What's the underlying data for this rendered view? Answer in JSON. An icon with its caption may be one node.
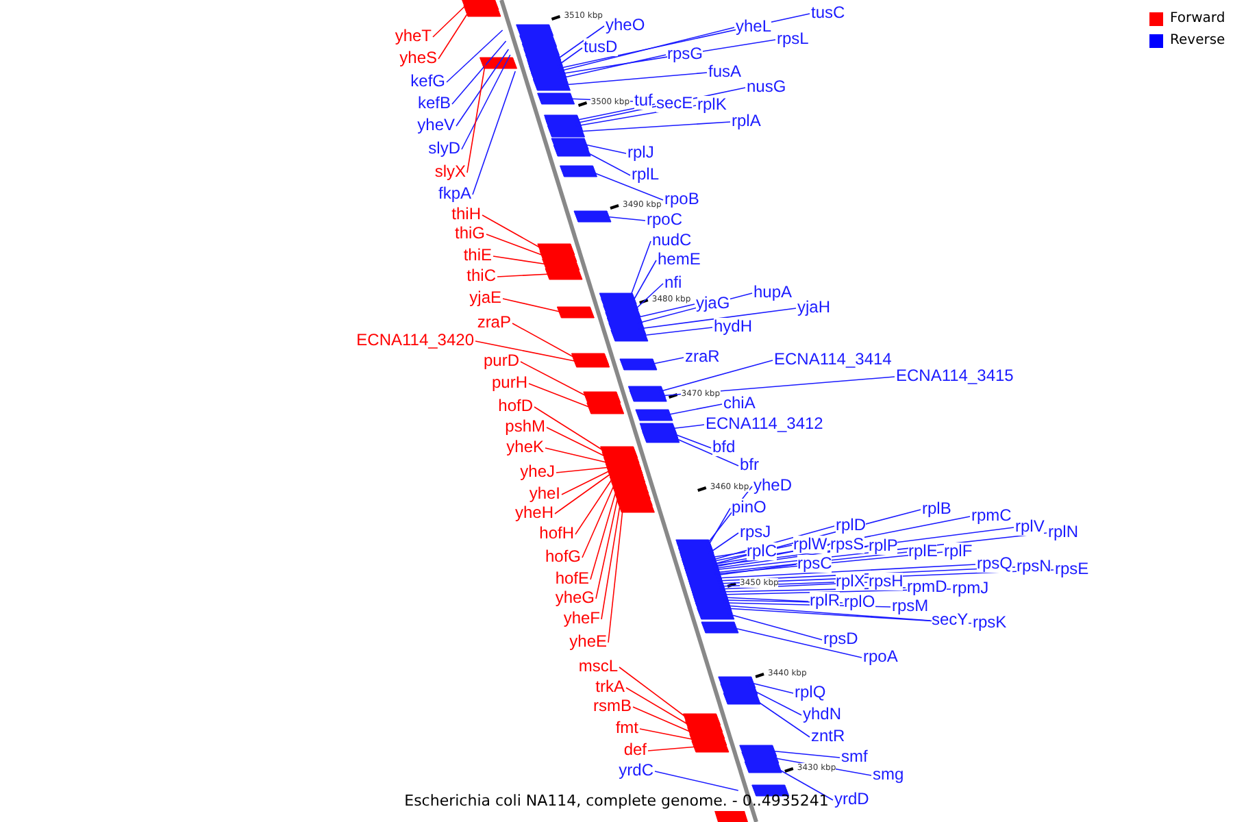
{
  "diagram": {
    "caption": "Escherichia coli NA114, complete genome. - 0..4935241",
    "nodes": [
      {
        "text": [
          "yheT"
        ]
      },
      {
        "text": [
          "tusC"
        ]
      },
      {
        "text": [
          "yheO"
        ]
      },
      {
        "text": [
          "yheL"
        ]
      },
      {
        "text": [
          "rpsL"
        ]
      },
      {
        "text": [
          "yheS"
        ]
      },
      {
        "text": [
          "kefG"
        ]
      },
      {
        "text": [
          "tusD"
        ]
      },
      {
        "text": [
          "rpsG"
        ]
      },
      {
        "text": [
          "kefB"
        ]
      },
      {
        "text": [
          "fusA"
        ]
      },
      {
        "text": [
          "yheV"
        ]
      },
      {
        "text": [
          "nusG"
        ]
      },
      {
        "text": [
          "tuf"
        ]
      },
      {
        "text": [
          "secE"
        ]
      },
      {
        "text": [
          "rplK"
        ]
      },
      {
        "text": [
          "slyD"
        ]
      },
      {
        "text": [
          "rplA"
        ]
      },
      {
        "text": [
          "slyX"
        ]
      },
      {
        "text": [
          "rplJ"
        ]
      },
      {
        "text": [
          "fkpA"
        ]
      },
      {
        "text": [
          "rplL"
        ]
      },
      {
        "text": [
          "rpoB"
        ]
      },
      {
        "text": [
          "thiH"
        ]
      },
      {
        "text": [
          "rpoC"
        ]
      },
      {
        "text": [
          "thiG"
        ]
      },
      {
        "text": [
          "nudC"
        ]
      },
      {
        "text": [
          "thiE"
        ]
      },
      {
        "text": [
          "hemE"
        ]
      },
      {
        "text": [
          "thiC"
        ]
      },
      {
        "text": [
          "nfi"
        ]
      },
      {
        "text": [
          "hupA"
        ]
      },
      {
        "text": [
          "yjaE"
        ]
      },
      {
        "text": [
          "yjaG"
        ]
      },
      {
        "text": [
          "yjaH"
        ]
      },
      {
        "text": [
          "zraP"
        ]
      },
      {
        "text": [
          "hydH"
        ]
      },
      {
        "text": [
          "ECNA114_3420"
        ]
      },
      {
        "text": [
          "zraR"
        ]
      },
      {
        "text": [
          "ECNA114_3414"
        ]
      },
      {
        "text": [
          "purD"
        ]
      },
      {
        "text": [
          "ECNA114_3415"
        ]
      },
      {
        "text": [
          "purH"
        ]
      },
      {
        "text": [
          "chiA"
        ]
      },
      {
        "text": [
          "hofD"
        ]
      },
      {
        "text": [
          "ECNA114_3412"
        ]
      },
      {
        "text": [
          "pshM"
        ]
      },
      {
        "text": [
          "yheK"
        ]
      },
      {
        "text": [
          "bfd"
        ]
      },
      {
        "text": [
          "bfr"
        ]
      },
      {
        "text": [
          "yheJ"
        ]
      },
      {
        "text": [
          "yheD"
        ]
      },
      {
        "text": [
          "yheI"
        ]
      },
      {
        "text": [
          "rplB"
        ]
      },
      {
        "text": [
          "pinO"
        ]
      },
      {
        "text": [
          "yheH"
        ]
      },
      {
        "text": [
          "rpmC"
        ]
      },
      {
        "text": [
          "rplD"
        ]
      },
      {
        "text": [
          "rplV"
        ]
      },
      {
        "text": [
          "rpsJ"
        ]
      },
      {
        "text": [
          "rplN"
        ]
      },
      {
        "text": [
          "hofH"
        ]
      },
      {
        "text": [
          "rplW"
        ]
      },
      {
        "text": [
          "rpsS"
        ]
      },
      {
        "text": [
          "rplP"
        ]
      },
      {
        "text": [
          "rplC"
        ]
      },
      {
        "text": [
          "rplE"
        ]
      },
      {
        "text": [
          "rplF"
        ]
      },
      {
        "text": [
          "hofG"
        ]
      },
      {
        "text": [
          "rpsC"
        ]
      },
      {
        "text": [
          "rpsQ"
        ]
      },
      {
        "text": [
          "rpsN"
        ]
      },
      {
        "text": [
          "rpsE"
        ]
      },
      {
        "text": [
          "hofE"
        ]
      },
      {
        "text": [
          "rplX"
        ]
      },
      {
        "text": [
          "rpsH"
        ]
      },
      {
        "text": [
          "rpmD"
        ]
      },
      {
        "text": [
          "rpmJ"
        ]
      },
      {
        "text": [
          "yheG"
        ]
      },
      {
        "text": [
          "rplR"
        ]
      },
      {
        "text": [
          "rplO"
        ]
      },
      {
        "text": [
          "rpsM"
        ]
      },
      {
        "text": [
          "yheF"
        ]
      },
      {
        "text": [
          "secY"
        ]
      },
      {
        "text": [
          "rpsK"
        ]
      },
      {
        "text": [
          "rpsD"
        ]
      },
      {
        "text": [
          "yheE"
        ]
      },
      {
        "text": [
          "rpoA"
        ]
      },
      {
        "text": [
          "mscL"
        ]
      },
      {
        "text": [
          "trkA"
        ]
      },
      {
        "text": [
          "rplQ"
        ]
      },
      {
        "text": [
          "rsmB"
        ]
      },
      {
        "text": [
          "yhdN"
        ]
      },
      {
        "text": [
          "fmt"
        ]
      },
      {
        "text": [
          "zntR"
        ]
      },
      {
        "text": [
          "def"
        ]
      },
      {
        "text": [
          "smf"
        ]
      },
      {
        "text": [
          "yrdC"
        ]
      },
      {
        "text": [
          "smg"
        ]
      },
      {
        "text": [
          "yrdD"
        ]
      }
    ],
    "edges": [
      {
        "from": 0,
        "to": null,
        "arrow": "none",
        "color": "#ff0000"
      },
      {
        "from": 1,
        "to": null,
        "arrow": "none"
      },
      {
        "from": 2,
        "to": null,
        "arrow": "none"
      },
      {
        "from": 3,
        "to": null,
        "arrow": "none"
      },
      {
        "from": 4,
        "to": null,
        "arrow": "none"
      },
      {
        "from": 5,
        "to": null,
        "arrow": "none",
        "color": "#ff0000"
      },
      {
        "from": 6,
        "to": null,
        "arrow": "none"
      },
      {
        "from": 7,
        "to": null,
        "arrow": "none"
      },
      {
        "from": 8,
        "to": null,
        "arrow": "none"
      },
      {
        "from": 9,
        "to": null,
        "arrow": "none"
      },
      {
        "from": 10,
        "to": null,
        "arrow": "none"
      },
      {
        "from": 11,
        "to": null,
        "arrow": "none"
      },
      {
        "from": 12,
        "to": null,
        "arrow": "none"
      },
      {
        "from": 13,
        "to": null,
        "arrow": "none"
      },
      {
        "from": 14,
        "to": null,
        "arrow": "none"
      },
      {
        "from": 15,
        "to": null,
        "arrow": "none"
      },
      {
        "from": 16,
        "to": null,
        "arrow": "none"
      },
      {
        "from": 17,
        "to": null,
        "arrow": "none"
      },
      {
        "from": 18,
        "to": null,
        "arrow": "none",
        "color": "#ff0000"
      },
      {
        "from": 19,
        "to": null,
        "arrow": "none"
      },
      {
        "from": 20,
        "to": null,
        "arrow": "none"
      },
      {
        "from": 21,
        "to": null,
        "arrow": "none"
      },
      {
        "from": 22,
        "to": null,
        "arrow": "none"
      },
      {
        "from": 23,
        "to": null,
        "arrow": "none",
        "color": "#ff0000"
      },
      {
        "from": 24,
        "to": null,
        "arrow": "none"
      },
      {
        "from": 25,
        "to": null,
        "arrow": "none",
        "color": "#ff0000"
      },
      {
        "from": 26,
        "to": null,
        "arrow": "none"
      },
      {
        "from": 27,
        "to": null,
        "arrow": "none",
        "color": "#ff0000"
      },
      {
        "from": 28,
        "to": null,
        "arrow": "none"
      },
      {
        "from": 29,
        "to": null,
        "arrow": "none",
        "color": "#ff0000"
      },
      {
        "from": 30,
        "to": null,
        "arrow": "none"
      },
      {
        "from": 31,
        "to": null,
        "arrow": "none"
      },
      {
        "from": 32,
        "to": null,
        "arrow": "none",
        "color": "#ff0000"
      },
      {
        "from": 33,
        "to": null,
        "arrow": "none"
      },
      {
        "from": 34,
        "to": null,
        "arrow": "none"
      },
      {
        "from": 35,
        "to": null,
        "arrow": "none",
        "color": "#ff0000"
      },
      {
        "from": 36,
        "to": null,
        "arrow": "none"
      },
      {
        "from": 37,
        "to": null,
        "arrow": "none",
        "color": "#ff0000"
      },
      {
        "from": 38,
        "to": null,
        "arrow": "none"
      },
      {
        "from": 39,
        "to": null,
        "arrow": "none"
      },
      {
        "from": 40,
        "to": null,
        "arrow": "none",
        "color": "#ff0000"
      },
      {
        "from": 41,
        "to": null,
        "arrow": "none"
      },
      {
        "from": 42,
        "to": null,
        "arrow": "none",
        "color": "#ff0000"
      },
      {
        "from": 43,
        "to": null,
        "arrow": "none"
      },
      {
        "from": 44,
        "to": null,
        "arrow": "none",
        "color": "#ff0000"
      },
      {
        "from": 45,
        "to": null,
        "arrow": "none"
      },
      {
        "from": 46,
        "to": null,
        "arrow": "none",
        "color": "#ff0000"
      },
      {
        "from": 47,
        "to": null,
        "arrow": "none",
        "color": "#ff0000"
      },
      {
        "from": 48,
        "to": null,
        "arrow": "none"
      },
      {
        "from": 49,
        "to": null,
        "arrow": "none"
      },
      {
        "from": 50,
        "to": null,
        "arrow": "none",
        "color": "#ff0000"
      },
      {
        "from": 51,
        "to": null,
        "arrow": "none"
      },
      {
        "from": 52,
        "to": null,
        "arrow": "none",
        "color": "#ff0000"
      },
      {
        "from": 53,
        "to": null,
        "arrow": "none"
      },
      {
        "from": 54,
        "to": null,
        "arrow": "none"
      },
      {
        "from": 55,
        "to": null,
        "arrow": "none",
        "color": "#ff0000"
      },
      {
        "from": 56,
        "to": null,
        "arrow": "none"
      },
      {
        "from": 57,
        "to": null,
        "arrow": "none"
      },
      {
        "from": 58,
        "to": null,
        "arrow": "none"
      },
      {
        "from": 59,
        "to": null,
        "arrow": "none"
      },
      {
        "from": 60,
        "to": null,
        "arrow": "none"
      },
      {
        "from": 61,
        "to": null,
        "arrow": "none",
        "color": "#ff0000"
      },
      {
        "from": 62,
        "to": null,
        "arrow": "none"
      },
      {
        "from": 63,
        "to": null,
        "arrow": "none"
      },
      {
        "from": 64,
        "to": null,
        "arrow": "none"
      },
      {
        "from": 65,
        "to": null,
        "arrow": "none"
      },
      {
        "from": 66,
        "to": null,
        "arrow": "none"
      },
      {
        "from": 67,
        "to": null,
        "arrow": "none"
      },
      {
        "from": 68,
        "to": null,
        "arrow": "none",
        "color": "#ff0000"
      },
      {
        "from": 69,
        "to": null,
        "arrow": "none"
      },
      {
        "from": 70,
        "to": null,
        "arrow": "none"
      },
      {
        "from": 71,
        "to": null,
        "arrow": "none"
      },
      {
        "from": 72,
        "to": null,
        "arrow": "none"
      },
      {
        "from": 73,
        "to": null,
        "arrow": "none",
        "color": "#ff0000"
      },
      {
        "from": 74,
        "to": null,
        "arrow": "none"
      },
      {
        "from": 75,
        "to": null,
        "arrow": "none"
      },
      {
        "from": 76,
        "to": null,
        "arrow": "none"
      },
      {
        "from": 77,
        "to": null,
        "arrow": "none"
      },
      {
        "from": 78,
        "to": null,
        "arrow": "none",
        "color": "#ff0000"
      },
      {
        "from": 79,
        "to": null,
        "arrow": "none"
      },
      {
        "from": 80,
        "to": null,
        "arrow": "none"
      },
      {
        "from": 81,
        "to": null,
        "arrow": "none"
      },
      {
        "from": 82,
        "to": null,
        "arrow": "none",
        "color": "#ff0000"
      },
      {
        "from": 83,
        "to": null,
        "arrow": "none"
      },
      {
        "from": 84,
        "to": null,
        "arrow": "none"
      },
      {
        "from": 85,
        "to": null,
        "arrow": "none"
      },
      {
        "from": 86,
        "to": null,
        "arrow": "none",
        "color": "#ff0000"
      },
      {
        "from": 87,
        "to": null,
        "arrow": "none"
      },
      {
        "from": 88,
        "to": null,
        "arrow": "none",
        "color": "#ff0000"
      },
      {
        "from": 89,
        "to": null,
        "arrow": "none",
        "color": "#ff0000"
      },
      {
        "from": 90,
        "to": null,
        "arrow": "none"
      },
      {
        "from": 91,
        "to": null,
        "arrow": "none",
        "color": "#ff0000"
      },
      {
        "from": 92,
        "to": null,
        "arrow": "none"
      },
      {
        "from": 93,
        "to": null,
        "arrow": "none",
        "color": "#ff0000"
      },
      {
        "from": 94,
        "to": null,
        "arrow": "none"
      },
      {
        "from": 95,
        "to": null,
        "arrow": "none",
        "color": "#ff0000"
      },
      {
        "from": 96,
        "to": null,
        "arrow": "none"
      },
      {
        "from": 97,
        "to": null,
        "arrow": "none"
      },
      {
        "from": 98,
        "to": null,
        "arrow": "none"
      },
      {
        "from": 99,
        "to": null,
        "arrow": "none"
      }
    ],
    "labels": [
      "3510 kbp",
      "3500 kbp",
      "3490 kbp",
      "3480 kbp",
      "3470 kbp",
      "3460 kbp",
      "3450 kbp",
      "3440 kbp",
      "3430 kbp"
    ],
    "legend": [
      {
        "text": "Forward",
        "color": "#ff0000"
      },
      {
        "text": "Reverse",
        "color": "#0000ff"
      }
    ]
  }
}
